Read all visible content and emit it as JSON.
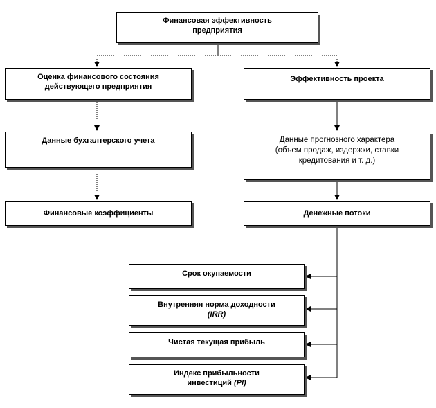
{
  "nodes": {
    "root": [
      "Финансовая эффективность",
      "предприятия"
    ],
    "left1": [
      "Оценка финансового состояния",
      "действующего предприятия"
    ],
    "left2": [
      "Данные бухгалтерского учета"
    ],
    "left3": [
      "Финансовые коэффициенты"
    ],
    "right1": [
      "Эффективность проекта"
    ],
    "right2": [
      "Данные прогнозного характера",
      "(объем продаж, издержки, ставки",
      "кредитования и т. д.)"
    ],
    "right3": [
      "Денежные потоки"
    ],
    "m1": [
      "Срок окупаемости"
    ],
    "m2": {
      "line1": "Внутренняя норма доходности",
      "line2": "(IRR)"
    },
    "m3": [
      "Чистая текущая прибыль"
    ],
    "m4": {
      "line1": "Индекс прибыльности",
      "line2a": "инвестиций ",
      "line2b": "(PI)"
    }
  }
}
